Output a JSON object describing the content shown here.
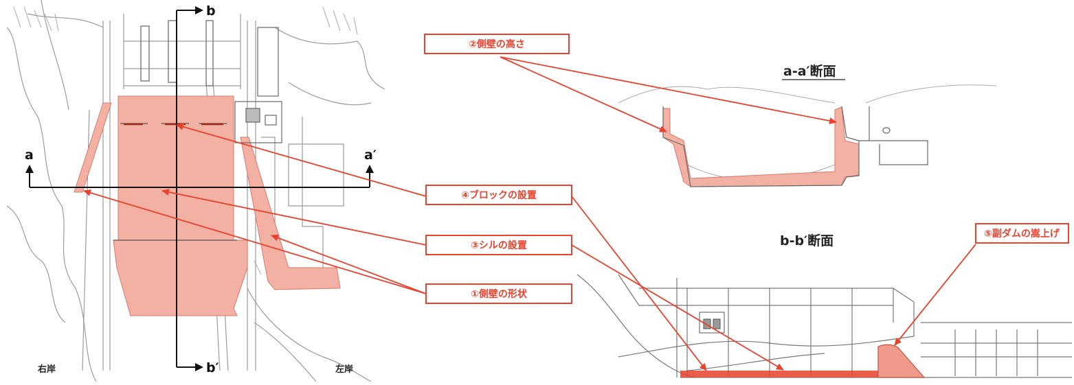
{
  "callouts": {
    "sidewall_shape": "①側壁の形状",
    "sidewall_height": "②側壁の高さ",
    "sill": "③シルの設置",
    "block": "④ブロックの設置",
    "subdam_raise": "⑤副ダムの嵩上げ"
  },
  "sections": {
    "a_title": "a-a′断面",
    "b_title": "b-b′断面"
  },
  "axis_labels": {
    "a": "a",
    "a_prime": "a′",
    "b": "b",
    "b_prime": "b′"
  },
  "banks": {
    "right": "右岸",
    "left": "左岸"
  },
  "colors": {
    "accent_red": "#e8412c",
    "highlight_fill": "#f2b1a3",
    "line_gray": "#9a9a9a",
    "label_bg": "#ffffff"
  }
}
